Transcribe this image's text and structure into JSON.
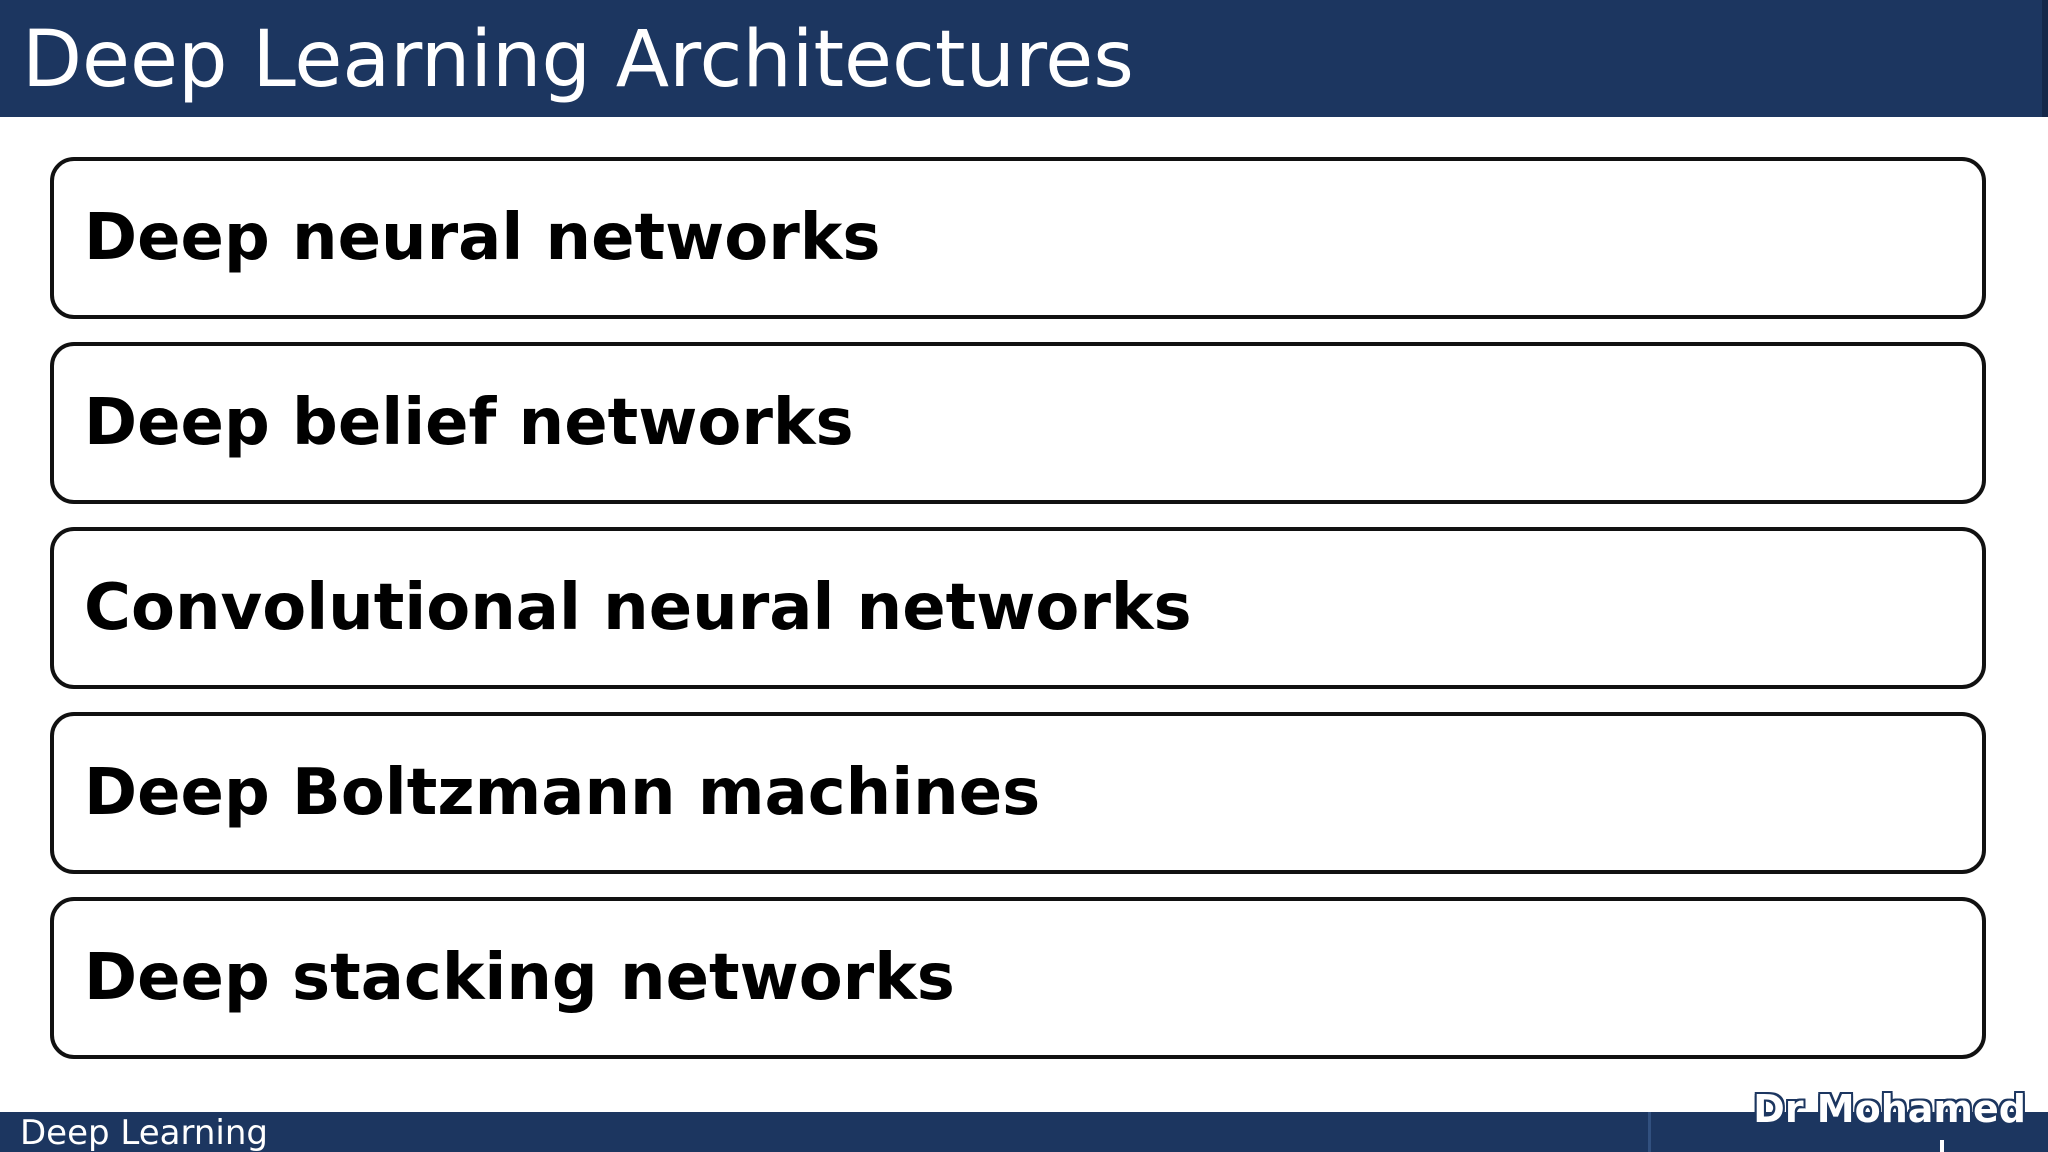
{
  "slide": {
    "title": "Deep Learning Architectures",
    "items": [
      {
        "label": "Deep neural networks"
      },
      {
        "label": "Deep belief networks"
      },
      {
        "label": "Convolutional neural networks"
      },
      {
        "label": "Deep Boltzmann machines"
      },
      {
        "label": "Deep stacking networks"
      }
    ]
  },
  "footer": {
    "left_text": "Deep Learning",
    "author": "Dr Mohamed"
  },
  "colors": {
    "header_bg": "#1c3660",
    "box_border": "#111111",
    "text": "#000000"
  }
}
